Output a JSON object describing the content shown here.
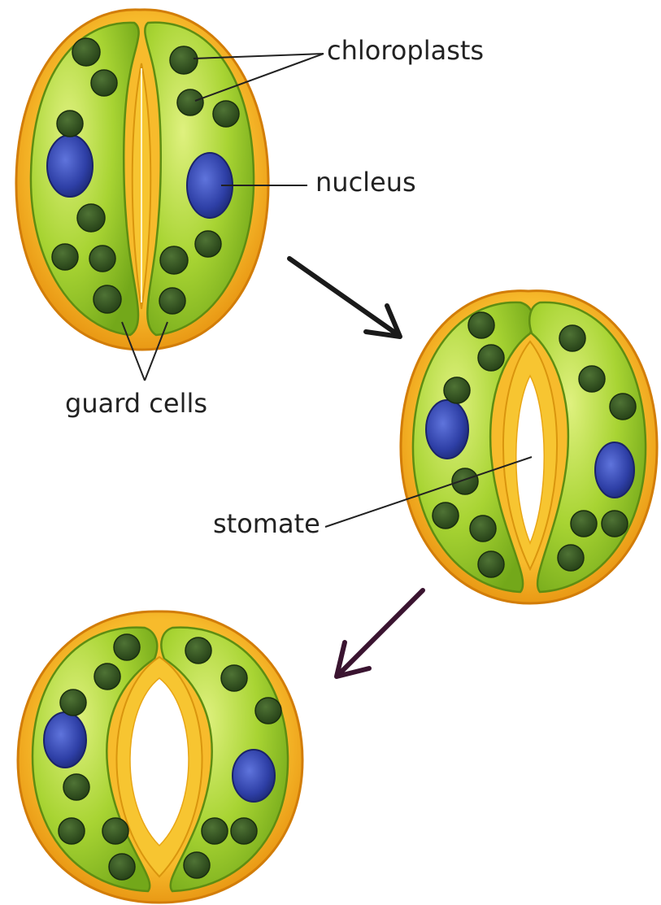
{
  "labels": {
    "chloroplasts": "chloroplasts",
    "nucleus": "nucleus",
    "guard_cells": "guard cells",
    "stomate": "stomate"
  },
  "colors": {
    "outer_rim": "#f2a21a",
    "outer_rim_dark": "#d27d08",
    "pore_fill": "#f7c531",
    "cell_fill": "#9fd12e",
    "cell_light": "#d7ee7a",
    "cell_edge": "#5e8d12",
    "chloroplast": "#2f4f1e",
    "nucleus": "#2e3fa6",
    "nucleus_highlight": "#6b7ee0",
    "arrow": "#1a1a1a",
    "arrow_2": "#3a1430",
    "leader_line": "#222222"
  },
  "stages": [
    {
      "name": "closed"
    },
    {
      "name": "opening"
    },
    {
      "name": "open"
    }
  ]
}
